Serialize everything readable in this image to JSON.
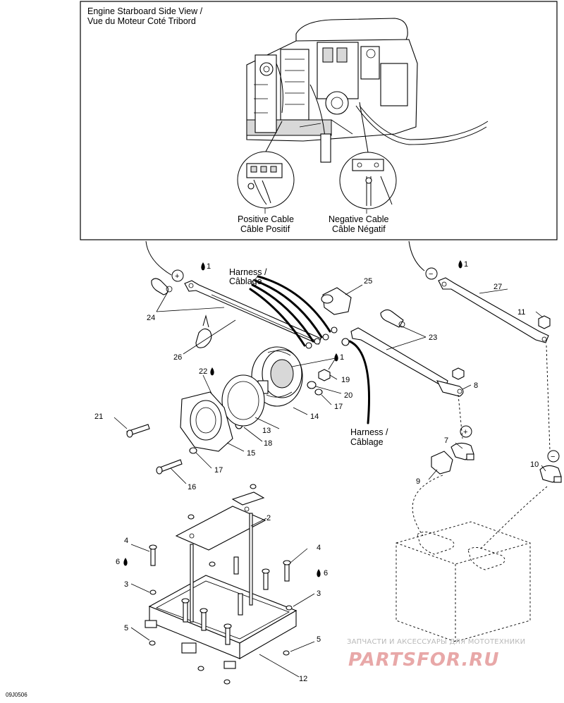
{
  "inset": {
    "title_line1": "Engine Starboard Side View /",
    "title_line2": "Vue du Moteur Coté Tribord",
    "positive_line1": "Positive Cable",
    "positive_line2": "Câble Positif",
    "negative_line1": "Negative Cable",
    "negative_line2": "Câble Négatif"
  },
  "harness_top": {
    "line1": "Harness /",
    "line2": "Câblage"
  },
  "harness_bottom": {
    "line1": "Harness /",
    "line2": "Câblage"
  },
  "symbols": {
    "plus": "+",
    "minus": "−",
    "drop": "loctite-drop-icon"
  },
  "callouts": {
    "c1a": "1",
    "c1b": "1",
    "c1c": "1",
    "c2": "2",
    "c3a": "3",
    "c3b": "3",
    "c4a": "4",
    "c4b": "4",
    "c5a": "5",
    "c5b": "5",
    "c6a": "6",
    "c6b": "6",
    "c7": "7",
    "c8": "8",
    "c9": "9",
    "c10": "10",
    "c11": "11",
    "c12": "12",
    "c13": "13",
    "c14": "14",
    "c15": "15",
    "c16": "16",
    "c17a": "17",
    "c17b": "17",
    "c18": "18",
    "c19": "19",
    "c20": "20",
    "c21": "21",
    "c22": "22",
    "c23": "23",
    "c24": "24",
    "c25": "25",
    "c26": "26",
    "c27": "27"
  },
  "figure_code": "09J0506",
  "watermark": {
    "small": "ЗАПЧАСТИ И АКСЕССУАРЫ ДЛЯ МОТОТЕХНИКИ",
    "big": "PARTSFOR.RU"
  }
}
